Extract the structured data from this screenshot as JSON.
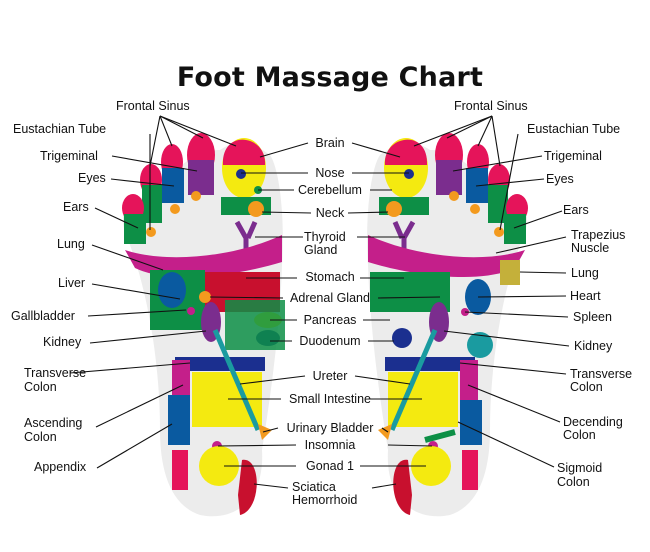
{
  "title": "Foot Massage Chart",
  "labels": {
    "left": {
      "frontal_sinus": "Frontal Sinus",
      "eustachian_tube": "Eustachian Tube",
      "trigeminal": "Trigeminal",
      "eyes": "Eyes",
      "ears": "Ears",
      "lung": "Lung",
      "liver": "Liver",
      "gallbladder": "Gallbladder",
      "kidney": "Kidney",
      "transverse_colon_1": "Transverse",
      "transverse_colon_2": "Colon",
      "ascending_colon_1": "Ascending",
      "ascending_colon_2": "Colon",
      "appendix": "Appendix"
    },
    "center": {
      "brain": "Brain",
      "nose": "Nose",
      "cerebellum": "Cerebellum",
      "neck": "Neck",
      "thyroid_1": "Thyroid",
      "thyroid_2": "Gland",
      "stomach": "Stomach",
      "adrenal": "Adrenal Gland",
      "pancreas": "Pancreas",
      "duodenum": "Duodenum",
      "ureter": "Ureter",
      "small_intestine": "Small Intestine",
      "urinary_bladder": "Urinary Bladder",
      "insomnia": "Insomnia",
      "gonad": "Gonad 1",
      "sciatica_1": "Sciatica",
      "sciatica_2": "Hemorrhoid"
    },
    "right": {
      "frontal_sinus": "Frontal Sinus",
      "eustachian_tube": "Eustachian Tube",
      "trigeminal": "Trigeminal",
      "eyes": "Eyes",
      "ears": "Ears",
      "trapezius_1": "Trapezius",
      "trapezius_2": "Nuscle",
      "lung": "Lung",
      "heart": "Heart",
      "spleen": "Spleen",
      "kidney": "Kidney",
      "transverse_colon_1": "Transverse",
      "transverse_colon_2": "Colon",
      "decending_colon_1": "Decending",
      "decending_colon_2": "Colon",
      "sigmoid_colon_1": "Sigmoid",
      "sigmoid_colon_2": "Colon"
    }
  },
  "colors": {
    "sole": "#ececec",
    "red": "#e5145a",
    "dark_red": "#c8102e",
    "blue": "#0a5aa0",
    "navy": "#1b2f8f",
    "green": "#0d8f46",
    "yellow": "#f4ea10",
    "orange": "#f39a1e",
    "purple": "#7b2d8e",
    "magenta": "#c41f8a",
    "olive": "#c4b03a",
    "teal": "#1a9ba0"
  }
}
